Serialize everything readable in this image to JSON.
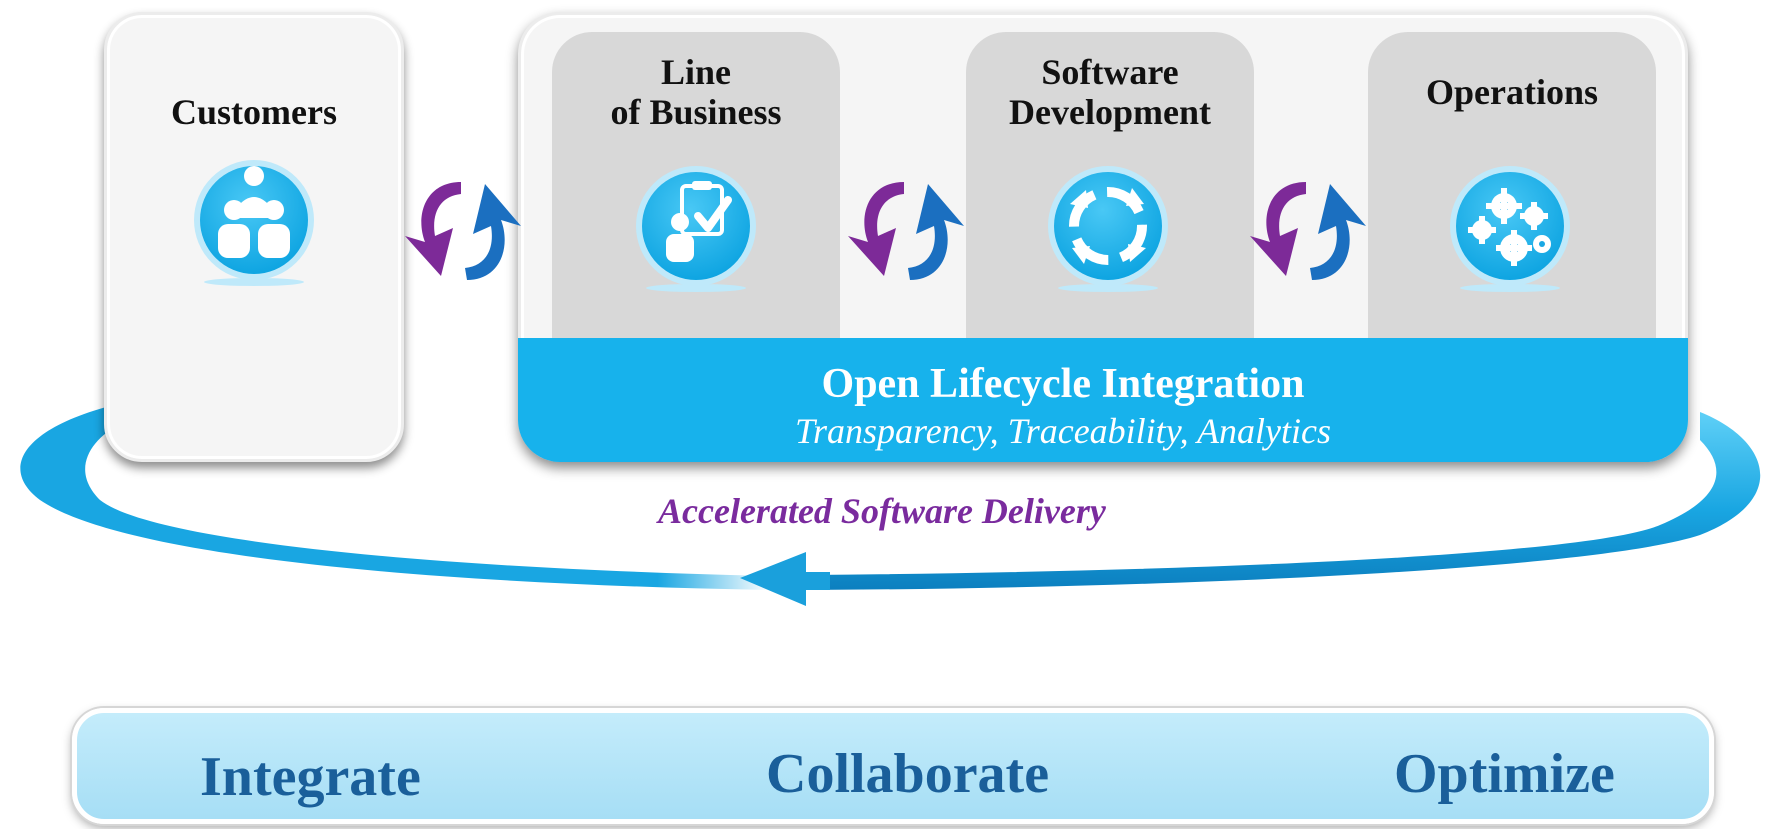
{
  "customers": {
    "label": "Customers",
    "icon": "customers-people-icon"
  },
  "columns": [
    {
      "label_line1": "Line",
      "label_line2": "of Business",
      "icon": "clipboard-checklist-icon"
    },
    {
      "label_line1": "Software",
      "label_line2": "Development",
      "icon": "cycle-arrows-icon"
    },
    {
      "label_line1": "Operations",
      "label_line2": "",
      "icon": "gears-icon"
    }
  ],
  "sync_icon": "sync-arrows-icon",
  "integration": {
    "title": "Open Lifecycle Integration",
    "subtitle": "Transparency, Traceability, Analytics"
  },
  "loop": {
    "label": "Accelerated Software Delivery",
    "icon": "return-loop-arrow-icon"
  },
  "bottom_bar": {
    "words": [
      "Integrate",
      "Collaborate",
      "Optimize"
    ]
  },
  "colors": {
    "accent_blue": "#17b2ec",
    "purple_text": "#7a2b9e",
    "bar_text": "#1a5f9a",
    "panel_gray": "#d8d8d8"
  }
}
